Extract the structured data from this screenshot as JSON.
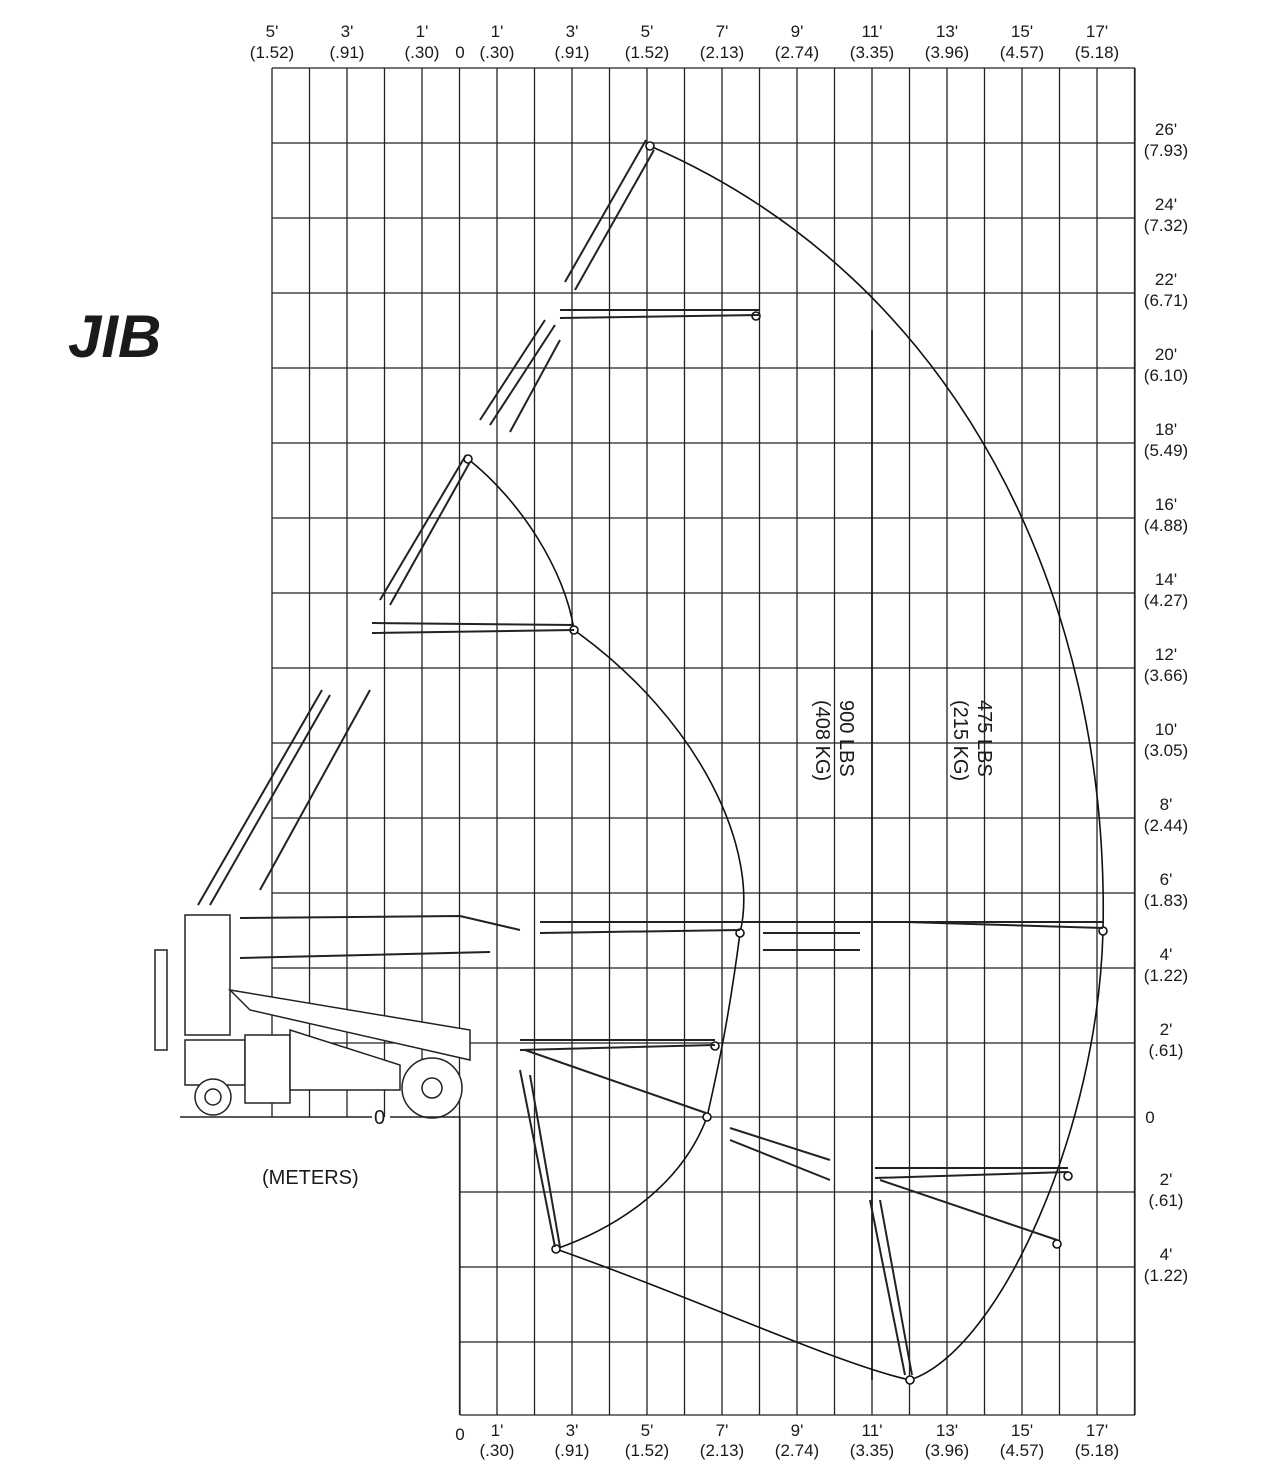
{
  "chart_data": {
    "type": "diagram",
    "title": "JIB",
    "units_label": "(METERS)",
    "origin_label": "0",
    "x_ticks_top": [
      {
        "ft": "5'",
        "m": "(1.52)"
      },
      {
        "ft": "3'",
        "m": "(.91)"
      },
      {
        "ft": "1'",
        "m": "(.30)"
      },
      {
        "ft": "0",
        "m": ""
      },
      {
        "ft": "1'",
        "m": "(.30)"
      },
      {
        "ft": "3'",
        "m": "(.91)"
      },
      {
        "ft": "5'",
        "m": "(1.52)"
      },
      {
        "ft": "7'",
        "m": "(2.13)"
      },
      {
        "ft": "9'",
        "m": "(2.74)"
      },
      {
        "ft": "11'",
        "m": "(3.35)"
      },
      {
        "ft": "13'",
        "m": "(3.96)"
      },
      {
        "ft": "15'",
        "m": "(4.57)"
      },
      {
        "ft": "17'",
        "m": "(5.18)"
      }
    ],
    "x_ticks_bottom": [
      {
        "ft": "0",
        "m": ""
      },
      {
        "ft": "1'",
        "m": "(.30)"
      },
      {
        "ft": "3'",
        "m": "(.91)"
      },
      {
        "ft": "5'",
        "m": "(1.52)"
      },
      {
        "ft": "7'",
        "m": "(2.13)"
      },
      {
        "ft": "9'",
        "m": "(2.74)"
      },
      {
        "ft": "11'",
        "m": "(3.35)"
      },
      {
        "ft": "13'",
        "m": "(3.96)"
      },
      {
        "ft": "15'",
        "m": "(4.57)"
      },
      {
        "ft": "17'",
        "m": "(5.18)"
      }
    ],
    "y_ticks": [
      {
        "ft": "26'",
        "m": "(7.93)"
      },
      {
        "ft": "24'",
        "m": "(7.32)"
      },
      {
        "ft": "22'",
        "m": "(6.71)"
      },
      {
        "ft": "20'",
        "m": "(6.10)"
      },
      {
        "ft": "18'",
        "m": "(5.49)"
      },
      {
        "ft": "16'",
        "m": "(4.88)"
      },
      {
        "ft": "14'",
        "m": "(4.27)"
      },
      {
        "ft": "12'",
        "m": "(3.66)"
      },
      {
        "ft": "10'",
        "m": "(3.05)"
      },
      {
        "ft": "8'",
        "m": "(2.44)"
      },
      {
        "ft": "6'",
        "m": "(1.83)"
      },
      {
        "ft": "4'",
        "m": "(1.22)"
      },
      {
        "ft": "2'",
        "m": "(.61)"
      },
      {
        "ft": "0",
        "m": ""
      },
      {
        "ft": "2'",
        "m": "(.61)"
      },
      {
        "ft": "4'",
        "m": "(1.22)"
      }
    ],
    "load_zones": [
      {
        "lbs": "900 LBS",
        "kg": "(408 KG)"
      },
      {
        "lbs": "475 LBS",
        "kg": "(215 KG)"
      }
    ],
    "line_color": "#111111"
  }
}
